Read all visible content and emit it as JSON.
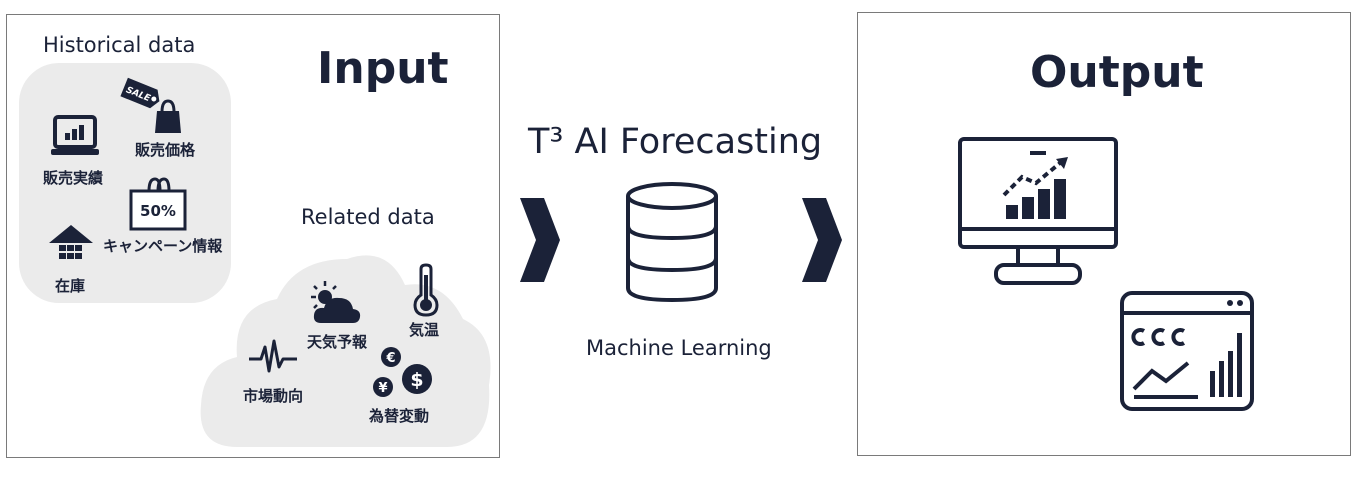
{
  "input": {
    "title": "Input",
    "historical": {
      "heading": "Historical data",
      "items": [
        "販売価格",
        "販売実績",
        "キャンペーン情報",
        "在庫"
      ],
      "sale_tag": "SALE",
      "campaign_badge": "50%"
    },
    "related": {
      "heading": "Related data",
      "items": [
        "天気予報",
        "気温",
        "市場動向",
        "為替変動"
      ],
      "currency_symbols": [
        "€",
        "¥",
        "$"
      ]
    }
  },
  "process": {
    "title": "T³ AI Forecasting",
    "subtitle": "Machine Learning"
  },
  "output": {
    "title": "Output"
  },
  "colors": {
    "navy": "#1b2238",
    "cloud": "#ebebeb",
    "border": "#7a7a7a"
  }
}
